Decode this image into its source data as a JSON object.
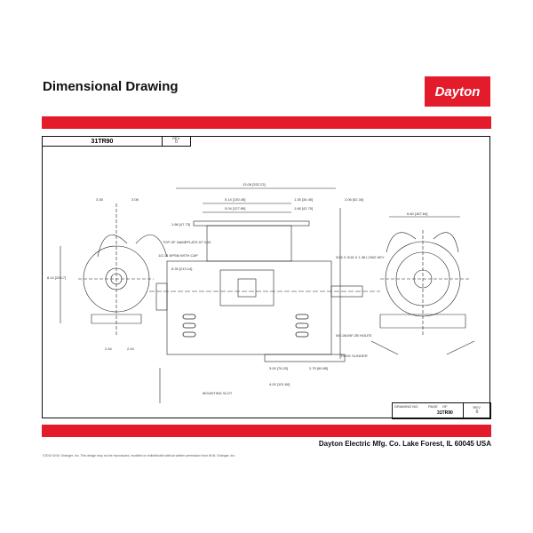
{
  "header": {
    "title": "Dimensional Drawing",
    "logo": "Dayton"
  },
  "drawing_header": {
    "model": "31TR90",
    "rev_label": "REV.",
    "rev_value": "0"
  },
  "title_block": {
    "drawing_no_label": "DRAWING NO.",
    "page_label": "PAGE",
    "of_label": "OF",
    "drawing_no": "31TR90",
    "rev_label": "REV.",
    "rev_value": "0"
  },
  "dimensions": {
    "overall": "13.08 [332.23]",
    "d1": "5.14 [130.45]",
    "d2": "5.04 [127.89]",
    "d3": "1.35 [34.40]",
    "d4": "1.68 [42.70]",
    "d5": "2.06 [52.34]",
    "d6": "1.86 [47.73]",
    "d7": "8.39 [213.14]",
    "d8": "3.00 [76.20]",
    "d9": "4.00 [101.60]",
    "d10": "2.75 [69.85]",
    "d11": "6.60 [167.64]",
    "nameplate": "TOP OF NAMEPLATE AT 3:00",
    "npsm": "1/2-14 NPSM WITH CAP",
    "slot": "MOUNTING SLOT",
    "key": "3/16 X 3/16 X 1.38 LONG KEY",
    "tap": "5/8-18UNF-2B HOLES",
    "slinger": "THICK SLINGER",
    "left_top1": "3.08",
    "left_top2": "3.38",
    "left_h": "8.14 [206.7]",
    "left_b1": "2.44",
    "left_b2": "2.44"
  },
  "footer": {
    "company": "Dayton Electric Mfg. Co.  Lake Forest, IL  60045  USA",
    "copyright": "©2013 W.W. Grainger, Inc.   This design may not be reproduced, modified or redistributed without written permission from W.W. Grainger, Inc."
  },
  "colors": {
    "brand_red": "#e41b2b"
  }
}
